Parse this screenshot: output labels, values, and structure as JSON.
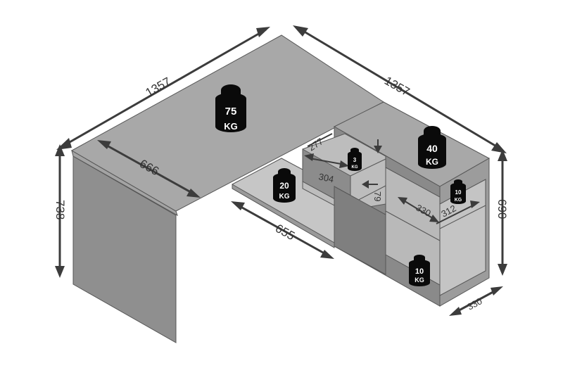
{
  "dimensions": {
    "desk_left_length": "1357",
    "desk_right_length": "1357",
    "desk_depth": "666",
    "desk_height": "738",
    "cabinet_height": "690",
    "cabinet_depth": "330",
    "inner_width": "655",
    "drawer_depth": "277",
    "drawer_width": "304",
    "drawer_height": "79",
    "shelf_depth": "330",
    "shelf_width": "312"
  },
  "load_ratings": {
    "tabletop": {
      "value": "75",
      "unit": "KG"
    },
    "cabinet_top": {
      "value": "40",
      "unit": "KG"
    },
    "drawer": {
      "value": "3",
      "unit": "KG"
    },
    "inner_shelf": {
      "value": "20",
      "unit": "KG"
    },
    "side_shelf_upper": {
      "value": "10",
      "unit": "KG"
    },
    "side_shelf_lower": {
      "value": "10",
      "unit": "KG"
    }
  },
  "colors": {
    "panel": "#9a9a9a",
    "panel_light": "#b8b8b8",
    "panel_dark": "#7d7d7d",
    "weight_icon": "#0a0a0a",
    "arrow": "#3c3c3c"
  }
}
